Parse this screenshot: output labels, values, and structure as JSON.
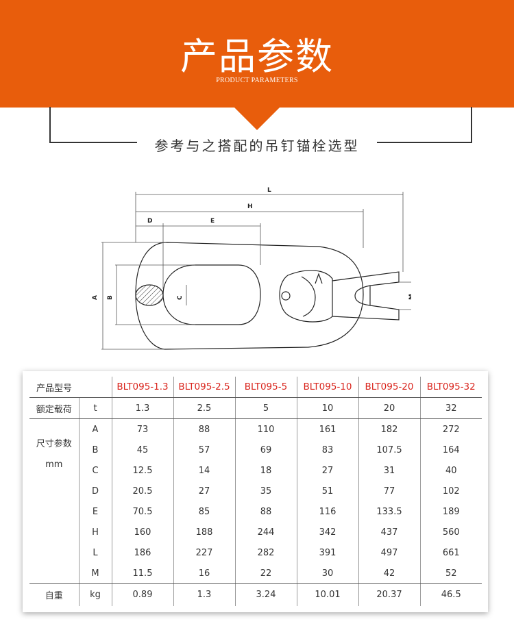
{
  "banner": {
    "title": "产品参数",
    "subtitle": "PRODUCT PARAMETERS"
  },
  "section": {
    "subtitle": "参考与之搭配的吊钉锚栓选型"
  },
  "diagram": {
    "labels": {
      "L": "L",
      "H": "H",
      "D": "D",
      "E": "E",
      "A": "A",
      "B": "B",
      "C": "C",
      "M": "M"
    }
  },
  "table": {
    "header_label": "产品型号",
    "models": [
      "BLT095-1.3",
      "BLT095-2.5",
      "BLT095-5",
      "BLT095-10",
      "BLT095-20",
      "BLT095-32"
    ],
    "load": {
      "label": "额定载荷",
      "unit": "t",
      "values": [
        "1.3",
        "2.5",
        "5",
        "10",
        "20",
        "32"
      ]
    },
    "dims_label_line1": "尺寸参数",
    "dims_label_line2": "mm",
    "dims": [
      {
        "key": "A",
        "values": [
          "73",
          "88",
          "110",
          "161",
          "182",
          "272"
        ]
      },
      {
        "key": "B",
        "values": [
          "45",
          "57",
          "69",
          "83",
          "107.5",
          "164"
        ]
      },
      {
        "key": "C",
        "values": [
          "12.5",
          "14",
          "18",
          "27",
          "31",
          "40"
        ]
      },
      {
        "key": "D",
        "values": [
          "20.5",
          "27",
          "35",
          "51",
          "77",
          "102"
        ]
      },
      {
        "key": "E",
        "values": [
          "70.5",
          "85",
          "88",
          "116",
          "133.5",
          "189"
        ]
      },
      {
        "key": "H",
        "values": [
          "160",
          "188",
          "244",
          "342",
          "437",
          "560"
        ]
      },
      {
        "key": "L",
        "values": [
          "186",
          "227",
          "282",
          "391",
          "497",
          "661"
        ]
      },
      {
        "key": "M",
        "values": [
          "11.5",
          "16",
          "22",
          "30",
          "42",
          "52"
        ]
      }
    ],
    "weight": {
      "label": "自重",
      "unit": "kg",
      "values": [
        "0.89",
        "1.3",
        "3.24",
        "10.01",
        "20.37",
        "46.5"
      ]
    }
  },
  "colors": {
    "accent": "#e85d0c",
    "model_text": "#d9241c"
  }
}
